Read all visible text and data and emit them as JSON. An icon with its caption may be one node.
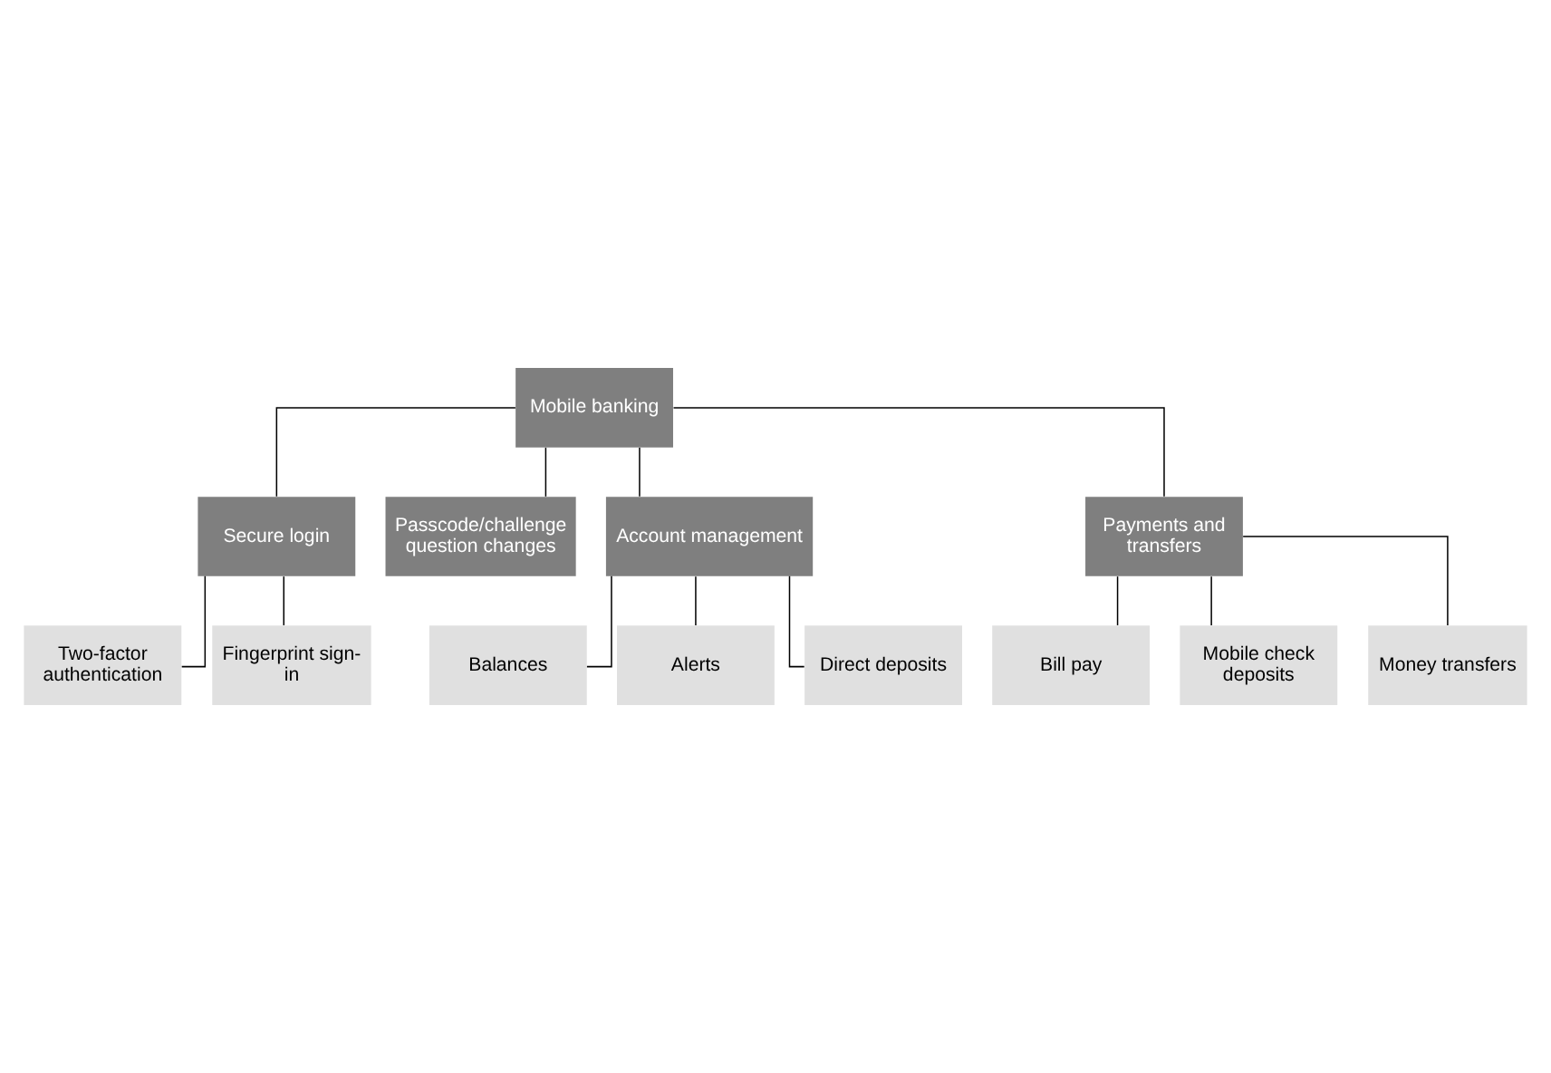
{
  "diagram": {
    "nodes": [
      {
        "text": [
          "Mobile banking"
        ]
      },
      {
        "text": [
          "Secure login"
        ]
      },
      {
        "text": [
          "Passcode/challenge question changes"
        ]
      },
      {
        "text": [
          "Account management"
        ]
      },
      {
        "text": [
          "Payments and transfers"
        ]
      },
      {
        "text": [
          "Two-factor authentication"
        ]
      },
      {
        "text": [
          "Fingerprint sign-in"
        ]
      },
      {
        "text": [
          "Balances"
        ]
      },
      {
        "text": [
          "Alerts"
        ]
      },
      {
        "text": [
          "Direct deposits"
        ]
      },
      {
        "text": [
          "Bill pay"
        ]
      },
      {
        "text": [
          "Mobile check deposits"
        ]
      },
      {
        "text": [
          "Money transfers"
        ]
      }
    ],
    "edges": [
      {
        "from": 0,
        "to": 1,
        "arrow": "none"
      },
      {
        "from": 0,
        "to": 2,
        "arrow": "none"
      },
      {
        "from": 0,
        "to": 3,
        "arrow": "none"
      },
      {
        "from": 0,
        "to": 4,
        "arrow": "none"
      },
      {
        "from": 1,
        "to": 5,
        "arrow": "none"
      },
      {
        "from": 1,
        "to": 6,
        "arrow": "none"
      },
      {
        "from": 3,
        "to": 7,
        "arrow": "none"
      },
      {
        "from": 3,
        "to": 8,
        "arrow": "none"
      },
      {
        "from": 3,
        "to": 9,
        "arrow": "none"
      },
      {
        "from": 4,
        "to": 10,
        "arrow": "none"
      },
      {
        "from": 4,
        "to": 11,
        "arrow": "none"
      },
      {
        "from": 4,
        "to": 12,
        "arrow": "none"
      }
    ]
  }
}
